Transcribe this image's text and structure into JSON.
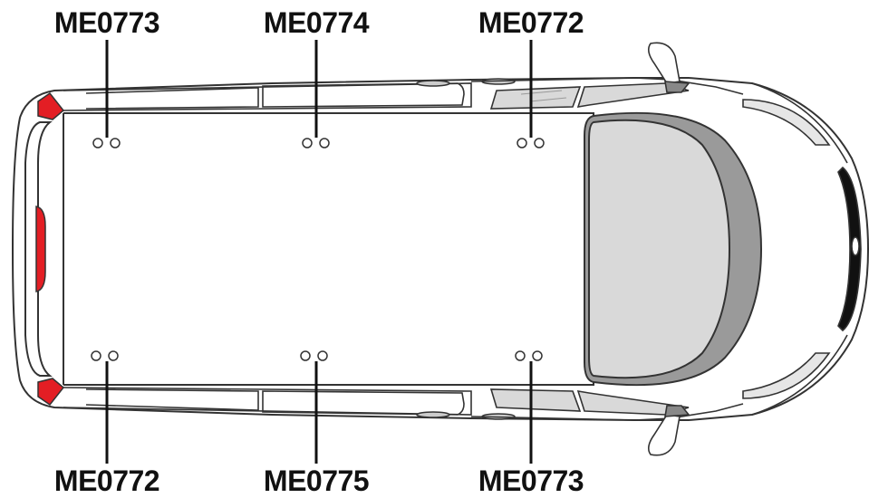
{
  "labels": {
    "top": [
      "ME0773",
      "ME0774",
      "ME0772"
    ],
    "bottom": [
      "ME0772",
      "ME0775",
      "ME0773"
    ]
  },
  "colors": {
    "outline": "#333333",
    "body": "#ffffff",
    "glass": "#d9d9d9",
    "glass_dark": "#9a9a9a",
    "light_red": "#e31e24",
    "label": "#111111"
  }
}
